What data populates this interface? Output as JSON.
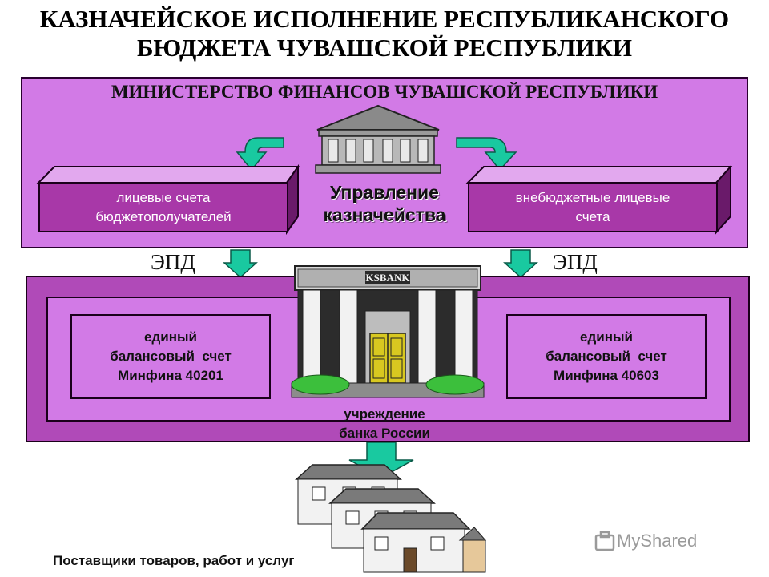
{
  "title": {
    "line1": "КАЗНАЧЕЙСКОЕ ИСПОЛНЕНИЕ РЕСПУБЛИКАНСКОГО",
    "line2": "БЮДЖЕТА ЧУВАШСКОЙ РЕСПУБЛИКИ"
  },
  "ministry": {
    "title": "МИНИСТЕРСТВО ФИНАНСОВ ЧУВАШСКОЙ РЕСПУБЛИКИ",
    "left_box": {
      "line1": "лицевые счета",
      "line2": "бюджетополучателей"
    },
    "right_box": {
      "line1": "внебюджетные лицевые",
      "line2": "счета"
    },
    "treasury": {
      "line1": "Управление",
      "line2": "казначейства"
    }
  },
  "transfer": {
    "left_label": "ЭПД",
    "right_label": "ЭПД"
  },
  "bank": {
    "sign": "KSBANK",
    "left_account": {
      "line1": "единый",
      "line2": "балансовый  счет",
      "line3": "Минфина 40201"
    },
    "right_account": {
      "line1": "единый",
      "line2": "балансовый  счет",
      "line3": "Минфина 40603"
    },
    "label": {
      "line1": "учреждение",
      "line2": "банка России"
    }
  },
  "suppliers": {
    "label": "Поставщики товаров, работ и услуг"
  },
  "watermark": {
    "text": "MyShared"
  },
  "colors": {
    "ministry_bg": "#d27ae6",
    "box_front": "#a838a8",
    "bank_frame": "#b04ab8",
    "arrow_green": "#19c9a0",
    "arrow_green_light": "#7ff0c0"
  },
  "icons": [
    "government-building-icon",
    "bank-building-icon",
    "house-icon",
    "myshared-logo-icon"
  ]
}
